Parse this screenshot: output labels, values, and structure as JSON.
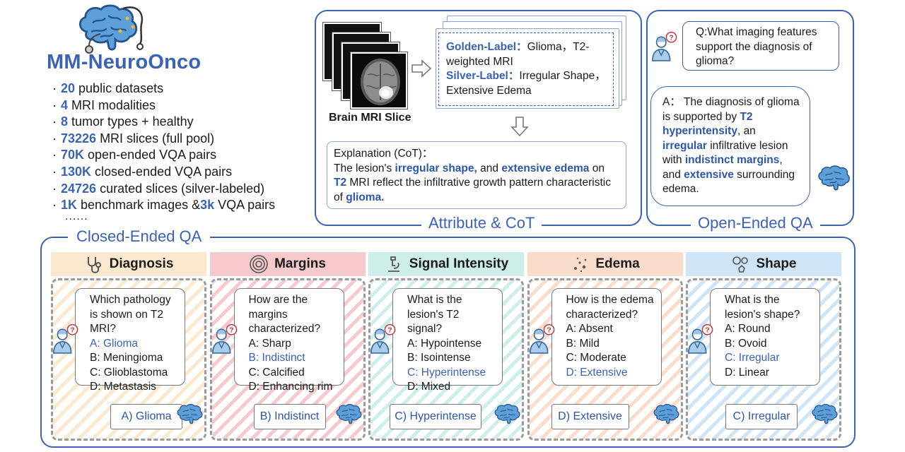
{
  "header": {
    "title": "MM-NeuroOnco",
    "stats": [
      {
        "num": "20",
        "text": " public datasets"
      },
      {
        "num": "4",
        "text": " MRI modalities"
      },
      {
        "num": "8",
        "text": " tumor types + healthy"
      },
      {
        "num": "73226",
        "text": " MRI slices (full pool)"
      },
      {
        "num": "70K",
        "text": " open-ended VQA pairs"
      },
      {
        "num": "130K",
        "text": " closed-ended VQA pairs"
      },
      {
        "num": "24726",
        "text": " curated slices (silver-labeled)"
      },
      {
        "num": "1K",
        "text": " benchmark images  &",
        "num2": "3k",
        "text2": " VQA pairs"
      }
    ],
    "more": "......"
  },
  "attribute_cot": {
    "panel_label": "Attribute & CoT",
    "mri_caption": "Brain MRI Slice",
    "golden_label_key": "Golden-Label",
    "golden_label_value": "Glioma，T2-weighted MRI",
    "silver_label_key": "Silver-Label",
    "silver_label_value": "Irregular Shape，Extensive Edema",
    "cot_title": "Explanation (CoT)：",
    "cot_parts": [
      {
        "t": "The lesion's ",
        "hl": false
      },
      {
        "t": "irregular shape,",
        "hl": true
      },
      {
        "t": " and ",
        "hl": false
      },
      {
        "t": "extensive edema",
        "hl": true
      },
      {
        "t": " on ",
        "hl": false
      },
      {
        "t": "T2",
        "hl": true
      },
      {
        "t": " MRI reflect the infiltrative growth pattern characteristic of ",
        "hl": false
      },
      {
        "t": "glioma.",
        "hl": true
      }
    ]
  },
  "open_ended": {
    "panel_label": "Open-Ended QA",
    "question": "Q:What imaging features support the diagnosis of glioma?",
    "answer_parts": [
      {
        "t": "A： The diagnosis of glioma is supported by ",
        "hl": false
      },
      {
        "t": "T2 hyperintensity",
        "hl": true
      },
      {
        "t": ", an ",
        "hl": false
      },
      {
        "t": "irregular",
        "hl": true
      },
      {
        "t": " infiltrative lesion with ",
        "hl": false
      },
      {
        "t": "indistinct margins",
        "hl": true
      },
      {
        "t": ", and ",
        "hl": false
      },
      {
        "t": "extensive",
        "hl": true
      },
      {
        "t": " surrounding edema.",
        "hl": false
      }
    ]
  },
  "closed_ended": {
    "panel_label": "Closed-Ended QA",
    "categories": [
      {
        "name": "Diagnosis",
        "icon": "stethoscope-icon",
        "color": "#fbe9cf",
        "question": "Which pathology is shown on  T2 MRI?",
        "options": [
          "A: Glioma",
          "B: Meningioma",
          "C: Glioblastoma",
          "D: Metastasis"
        ],
        "correct": 0,
        "answer": "A) Glioma"
      },
      {
        "name": "Margins",
        "icon": "target-icon",
        "color": "#f6c9cc",
        "question": "How are the margins characterized?",
        "options": [
          "A: Sharp",
          "B: Indistinct",
          "C: Calcified",
          "D: Enhancing rim"
        ],
        "correct": 1,
        "answer": "B) Indistinct"
      },
      {
        "name": "Signal Intensity",
        "icon": "microscope-icon",
        "color": "#cdeee9",
        "question": "What is the lesion's T2 signal?",
        "options": [
          "A: Hypointense",
          "B: Isointense",
          "C: Hyperintense",
          "D: Mixed"
        ],
        "correct": 2,
        "answer": "C)  Hyperintense"
      },
      {
        "name": "Edema",
        "icon": "dots-icon",
        "color": "#f9dccc",
        "question": "How is the edema characterized?",
        "options": [
          "A: Absent",
          "B: Mild",
          "C: Moderate",
          "D: Extensive"
        ],
        "correct": 3,
        "answer": "D)  Extensive"
      },
      {
        "name": "Shape",
        "icon": "shapes-icon",
        "color": "#cfe5f6",
        "question": "What is the lesion's shape?",
        "options": [
          "A: Round",
          "B: Ovoid",
          "C: Irregular",
          "D: Linear"
        ],
        "correct": 2,
        "answer": "C) Irregular"
      }
    ]
  },
  "colors": {
    "accent": "#3a63b5",
    "highlight": "#2c56a8"
  }
}
